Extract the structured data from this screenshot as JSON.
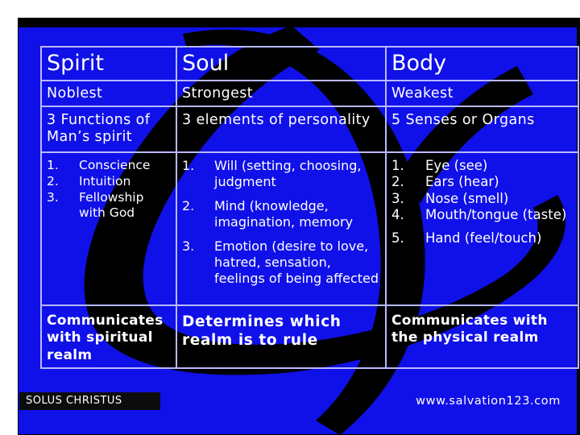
{
  "columns": [
    "Spirit",
    "Soul",
    "Body"
  ],
  "rows": {
    "quality": [
      "Noblest",
      "Strongest",
      "Weakest"
    ],
    "components": [
      "3 Functions of Man’s spirit",
      "3 elements of personality",
      "5 Senses or Organs"
    ],
    "communicates": {
      "spirit": "Communicates with spiritual realm",
      "soul": "Determines which realm is to rule",
      "body": "Communicates with the physical realm"
    }
  },
  "spirit_list": [
    {
      "num": "1.",
      "text": "Conscience"
    },
    {
      "num": "2.",
      "text": "Intuition"
    },
    {
      "num": "3.",
      "text": "Fellowship with God"
    }
  ],
  "soul_list": [
    {
      "num": "1.",
      "text": "Will (setting, choosing, judgment"
    },
    {
      "num": "2.",
      "text": "Mind (knowledge, imagination, memory"
    },
    {
      "num": "3.",
      "text": "Emotion (desire to love, hatred, sensation, feelings of being affected"
    }
  ],
  "body_list": [
    {
      "num": "1.",
      "text": "Eye (see)"
    },
    {
      "num": "2.",
      "text": "Ears (hear)"
    },
    {
      "num": "3.",
      "text": "Nose (smell)"
    },
    {
      "num": "4.",
      "text": "Mouth/tongue (taste)"
    },
    {
      "num": "5.",
      "text": "Hand (feel/touch)"
    }
  ],
  "footer": {
    "left": "SOLUS CHRISTUS",
    "right": "www.salvation123.com"
  },
  "colors": {
    "background": "#1010e8",
    "swoosh": "#000000",
    "text": "#ffffff",
    "grid": "#b9b9ff"
  }
}
